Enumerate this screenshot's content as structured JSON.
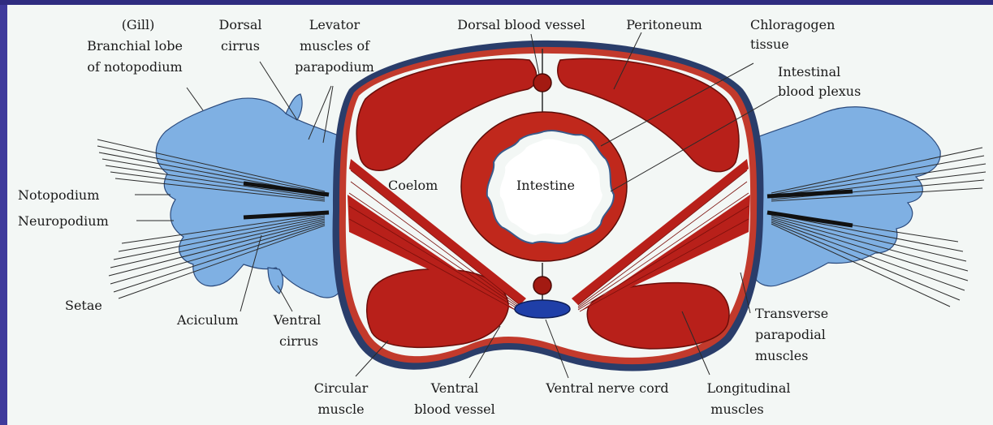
{
  "labels": {
    "gill": "(Gill)",
    "branchial_lobe": "Branchial lobe",
    "of_notopodium": "of notopodium",
    "dorsal": "Dorsal",
    "cirrus": "cirrus",
    "levator": "Levator",
    "muscles_of": "muscles of",
    "parapodium": "parapodium",
    "dorsal_blood_vessel": "Dorsal blood vessel",
    "peritoneum": "Peritoneum",
    "chloragogen": "Chloragogen",
    "tissue": "tissue",
    "intestinal": "Intestinal",
    "blood_plexus": "blood plexus",
    "notopodium": "Notopodium",
    "neuropodium": "Neuropodium",
    "coelom": "Coelom",
    "intestine": "Intestine",
    "setae": "Setae",
    "aciculum": "Aciculum",
    "ventral": "Ventral",
    "ventral_cirrus_2": "cirrus",
    "transverse": "Transverse",
    "parapodial": "parapodial",
    "muscles_tp": "muscles",
    "circular": "Circular",
    "muscle": "muscle",
    "ventral_bv_1": "Ventral",
    "ventral_bv_2": "blood vessel",
    "ventral_nerve_cord": "Ventral nerve cord",
    "longitudinal": "Longitudinal",
    "muscles_long": "muscles"
  },
  "colors": {
    "frame": "#3f3b9c",
    "background": "#f3f7f5",
    "muscle": "#b8201a",
    "parapodium_blue": "#7fb0e3",
    "nerve_cord": "#1f3fa8"
  }
}
